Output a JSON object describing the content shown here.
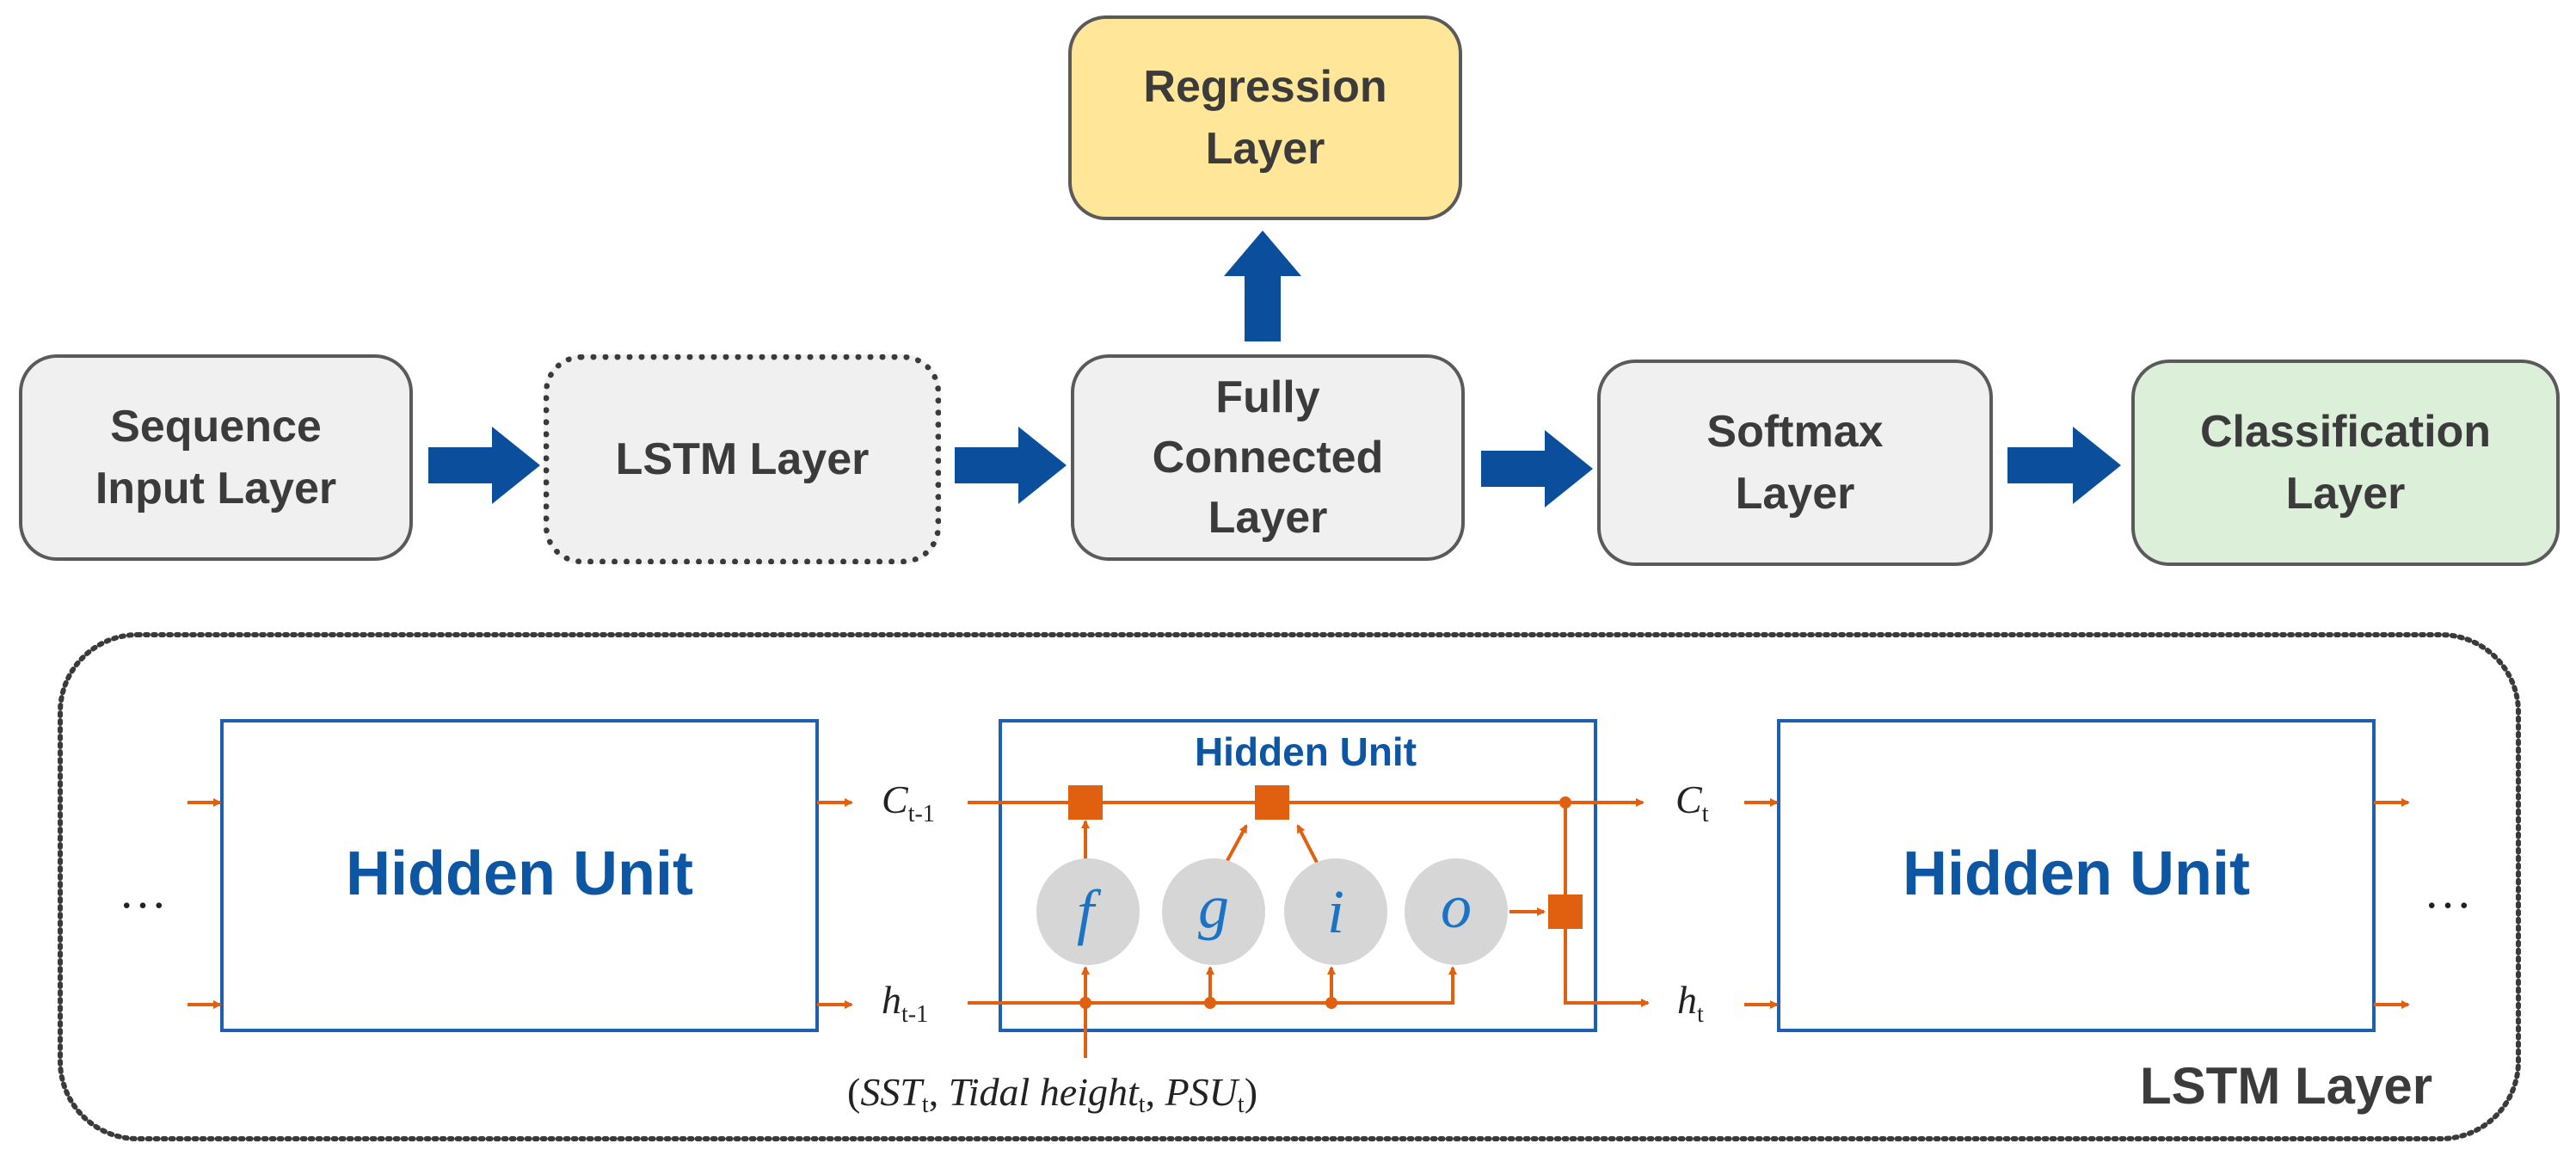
{
  "diagram": {
    "top_row": {
      "sequence_input": "Sequence\nInput Layer",
      "lstm": "LSTM Layer",
      "fully_connected": "Fully\nConnected\nLayer",
      "regression": "Regression\nLayer",
      "softmax": "Softmax\nLayer",
      "classification": "Classification\nLayer"
    },
    "lstm_detail": {
      "container_label": "LSTM Layer",
      "left_unit_label": "Hidden Unit",
      "center_unit_label": "Hidden Unit",
      "right_unit_label": "Hidden Unit",
      "ellipsis_left": "…",
      "ellipsis_right": "…",
      "gates": [
        "f",
        "g",
        "i",
        "o"
      ],
      "cell_prev": {
        "base": "C",
        "sub": "t-1"
      },
      "hidden_prev": {
        "base": "h",
        "sub": "t-1"
      },
      "cell_curr": {
        "base": "C",
        "sub": "t"
      },
      "hidden_curr": {
        "base": "h",
        "sub": "t"
      },
      "input_label": {
        "open": "(",
        "parts": [
          {
            "base": "SST",
            "sub": "t",
            "sep": ", "
          },
          {
            "base": "Tidal height",
            "sub": "t",
            "sep": ", "
          },
          {
            "base": "PSU",
            "sub": "t",
            "sep": ""
          }
        ],
        "close": ")"
      }
    },
    "colors": {
      "arrow_blue": "#0b4f9c",
      "unit_blue": "#1f5fb0",
      "label_blue": "#0d56a3",
      "orange": "#e06010",
      "gate_fill": "#d6d6d6",
      "box_gray": "#f0f0f0",
      "regression_yellow": "#ffe699",
      "classification_green": "#dcefd8"
    }
  }
}
